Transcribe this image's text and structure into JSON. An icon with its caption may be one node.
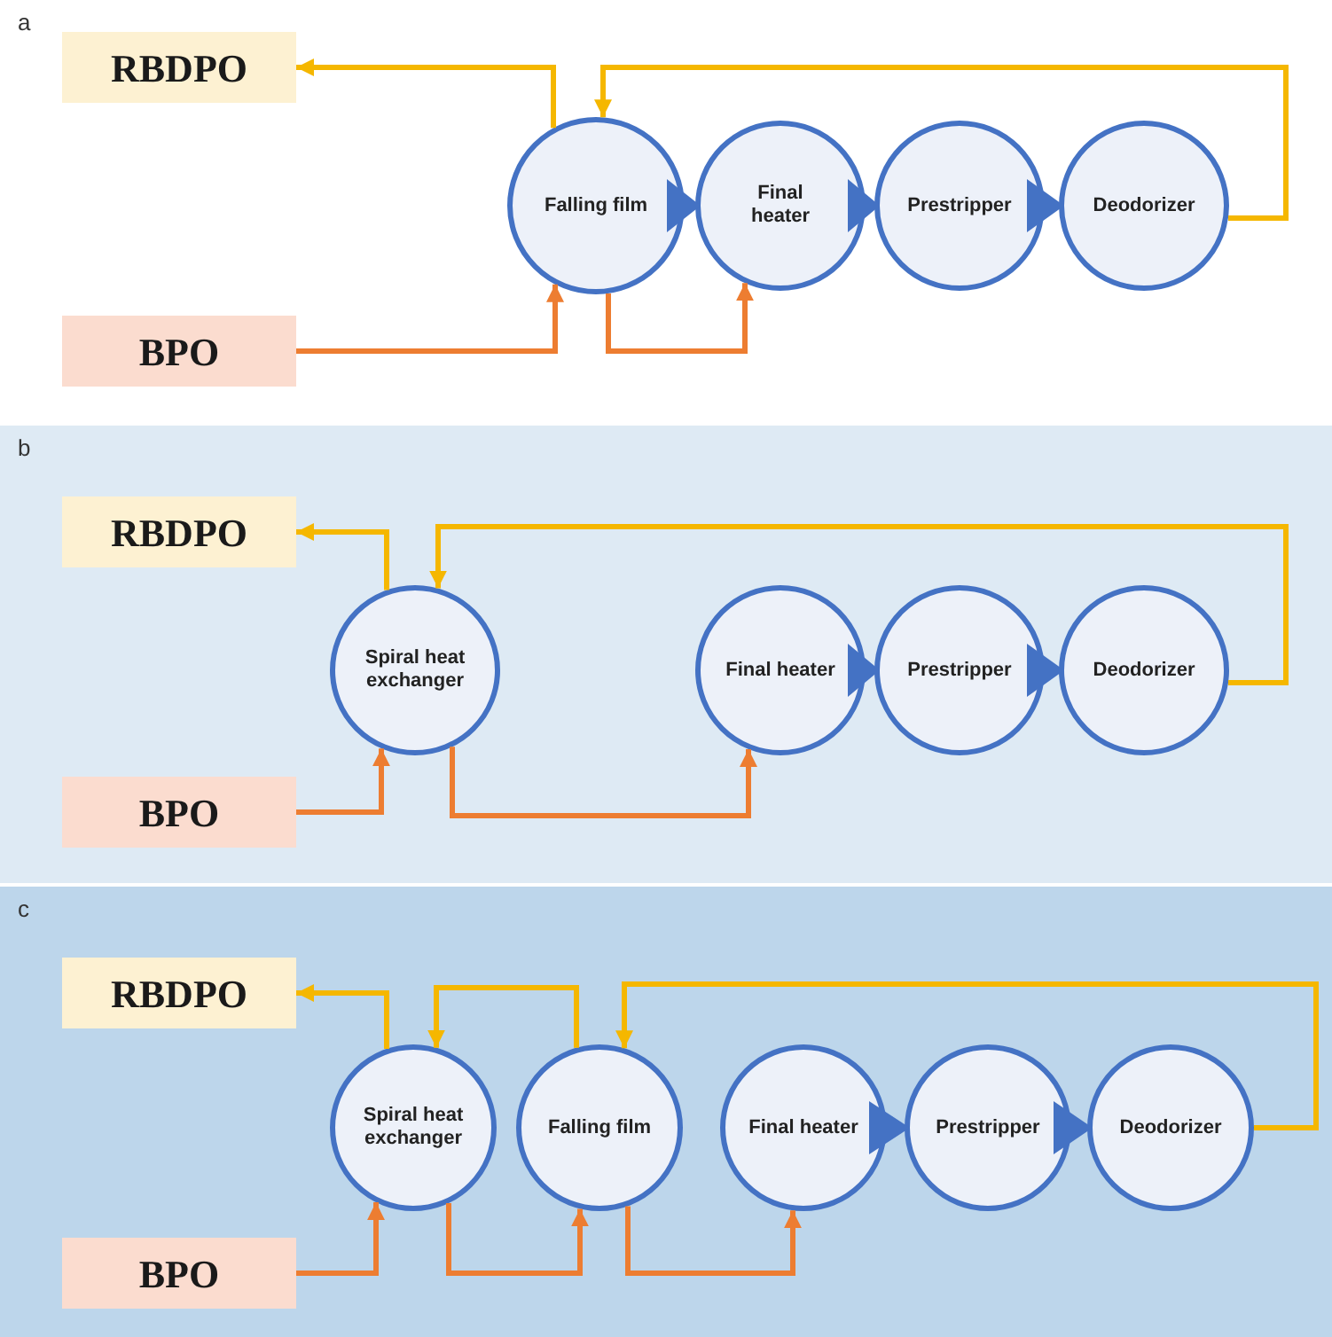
{
  "diagram": {
    "nodes": [
      {
        "text": [
          "a"
        ]
      },
      {
        "text": [
          "RBDPO"
        ],
        "in": 0
      },
      {
        "text": [
          "BPO"
        ],
        "in": 0
      },
      {
        "text": [
          "Falling film"
        ],
        "in": 0
      },
      {
        "text": [
          "Final heater"
        ],
        "in": 0
      },
      {
        "text": [
          "Prestripper"
        ],
        "in": 0
      },
      {
        "text": [
          "Deodorizer"
        ],
        "in": 0
      },
      {
        "text": [
          "b"
        ]
      },
      {
        "text": [
          "RBDPO"
        ],
        "in": 7
      },
      {
        "text": [
          "BPO"
        ],
        "in": 7
      },
      {
        "text": [
          "Spiral heat exchanger"
        ],
        "in": 7
      },
      {
        "text": [
          "Final heater"
        ],
        "in": 7
      },
      {
        "text": [
          "Prestripper"
        ],
        "in": 7
      },
      {
        "text": [
          "Deodorizer"
        ],
        "in": 7
      },
      {
        "text": [
          "c"
        ]
      },
      {
        "text": [
          "RBDPO"
        ],
        "in": 14
      },
      {
        "text": [
          "BPO"
        ],
        "in": 14
      },
      {
        "text": [
          "Spiral heat exchanger"
        ],
        "in": 14
      },
      {
        "text": [
          "Falling film"
        ],
        "in": 14
      },
      {
        "text": [
          "Final heater"
        ],
        "in": 14
      },
      {
        "text": [
          "Prestripper"
        ],
        "in": 14
      },
      {
        "text": [
          "Deodorizer"
        ],
        "in": 14
      }
    ],
    "edges": [
      {
        "from": 3,
        "to": 1,
        "arrow": "to",
        "color": "#f5b700"
      },
      {
        "from": 6,
        "to": 3,
        "arrow": "to",
        "color": "#f5b700"
      },
      {
        "from": 2,
        "to": 3,
        "arrow": "to",
        "color": "#ed7d31"
      },
      {
        "from": 3,
        "to": 4,
        "arrow": "to",
        "color": "#ed7d31"
      },
      {
        "from": 3,
        "to": 4,
        "arrow": "to",
        "color": "#4472c4"
      },
      {
        "from": 4,
        "to": 5,
        "arrow": "to",
        "color": "#4472c4"
      },
      {
        "from": 5,
        "to": 6,
        "arrow": "to",
        "color": "#4472c4"
      },
      {
        "from": 10,
        "to": 8,
        "arrow": "to",
        "color": "#f5b700"
      },
      {
        "from": 13,
        "to": 10,
        "arrow": "to",
        "color": "#f5b700"
      },
      {
        "from": 9,
        "to": 10,
        "arrow": "to",
        "color": "#ed7d31"
      },
      {
        "from": 10,
        "to": 11,
        "arrow": "to",
        "color": "#ed7d31"
      },
      {
        "from": 11,
        "to": 12,
        "arrow": "to",
        "color": "#4472c4"
      },
      {
        "from": 12,
        "to": 13,
        "arrow": "to",
        "color": "#4472c4"
      },
      {
        "from": 17,
        "to": 15,
        "arrow": "to",
        "color": "#f5b700"
      },
      {
        "from": 18,
        "to": 17,
        "arrow": "to",
        "color": "#f5b700"
      },
      {
        "from": 21,
        "to": 18,
        "arrow": "to",
        "color": "#f5b700"
      },
      {
        "from": 16,
        "to": 17,
        "arrow": "to",
        "color": "#ed7d31"
      },
      {
        "from": 17,
        "to": 18,
        "arrow": "to",
        "color": "#ed7d31"
      },
      {
        "from": 18,
        "to": 19,
        "arrow": "to",
        "color": "#ed7d31"
      },
      {
        "from": 19,
        "to": 20,
        "arrow": "to",
        "color": "#4472c4"
      },
      {
        "from": 20,
        "to": 21,
        "arrow": "to",
        "color": "#4472c4"
      }
    ]
  }
}
